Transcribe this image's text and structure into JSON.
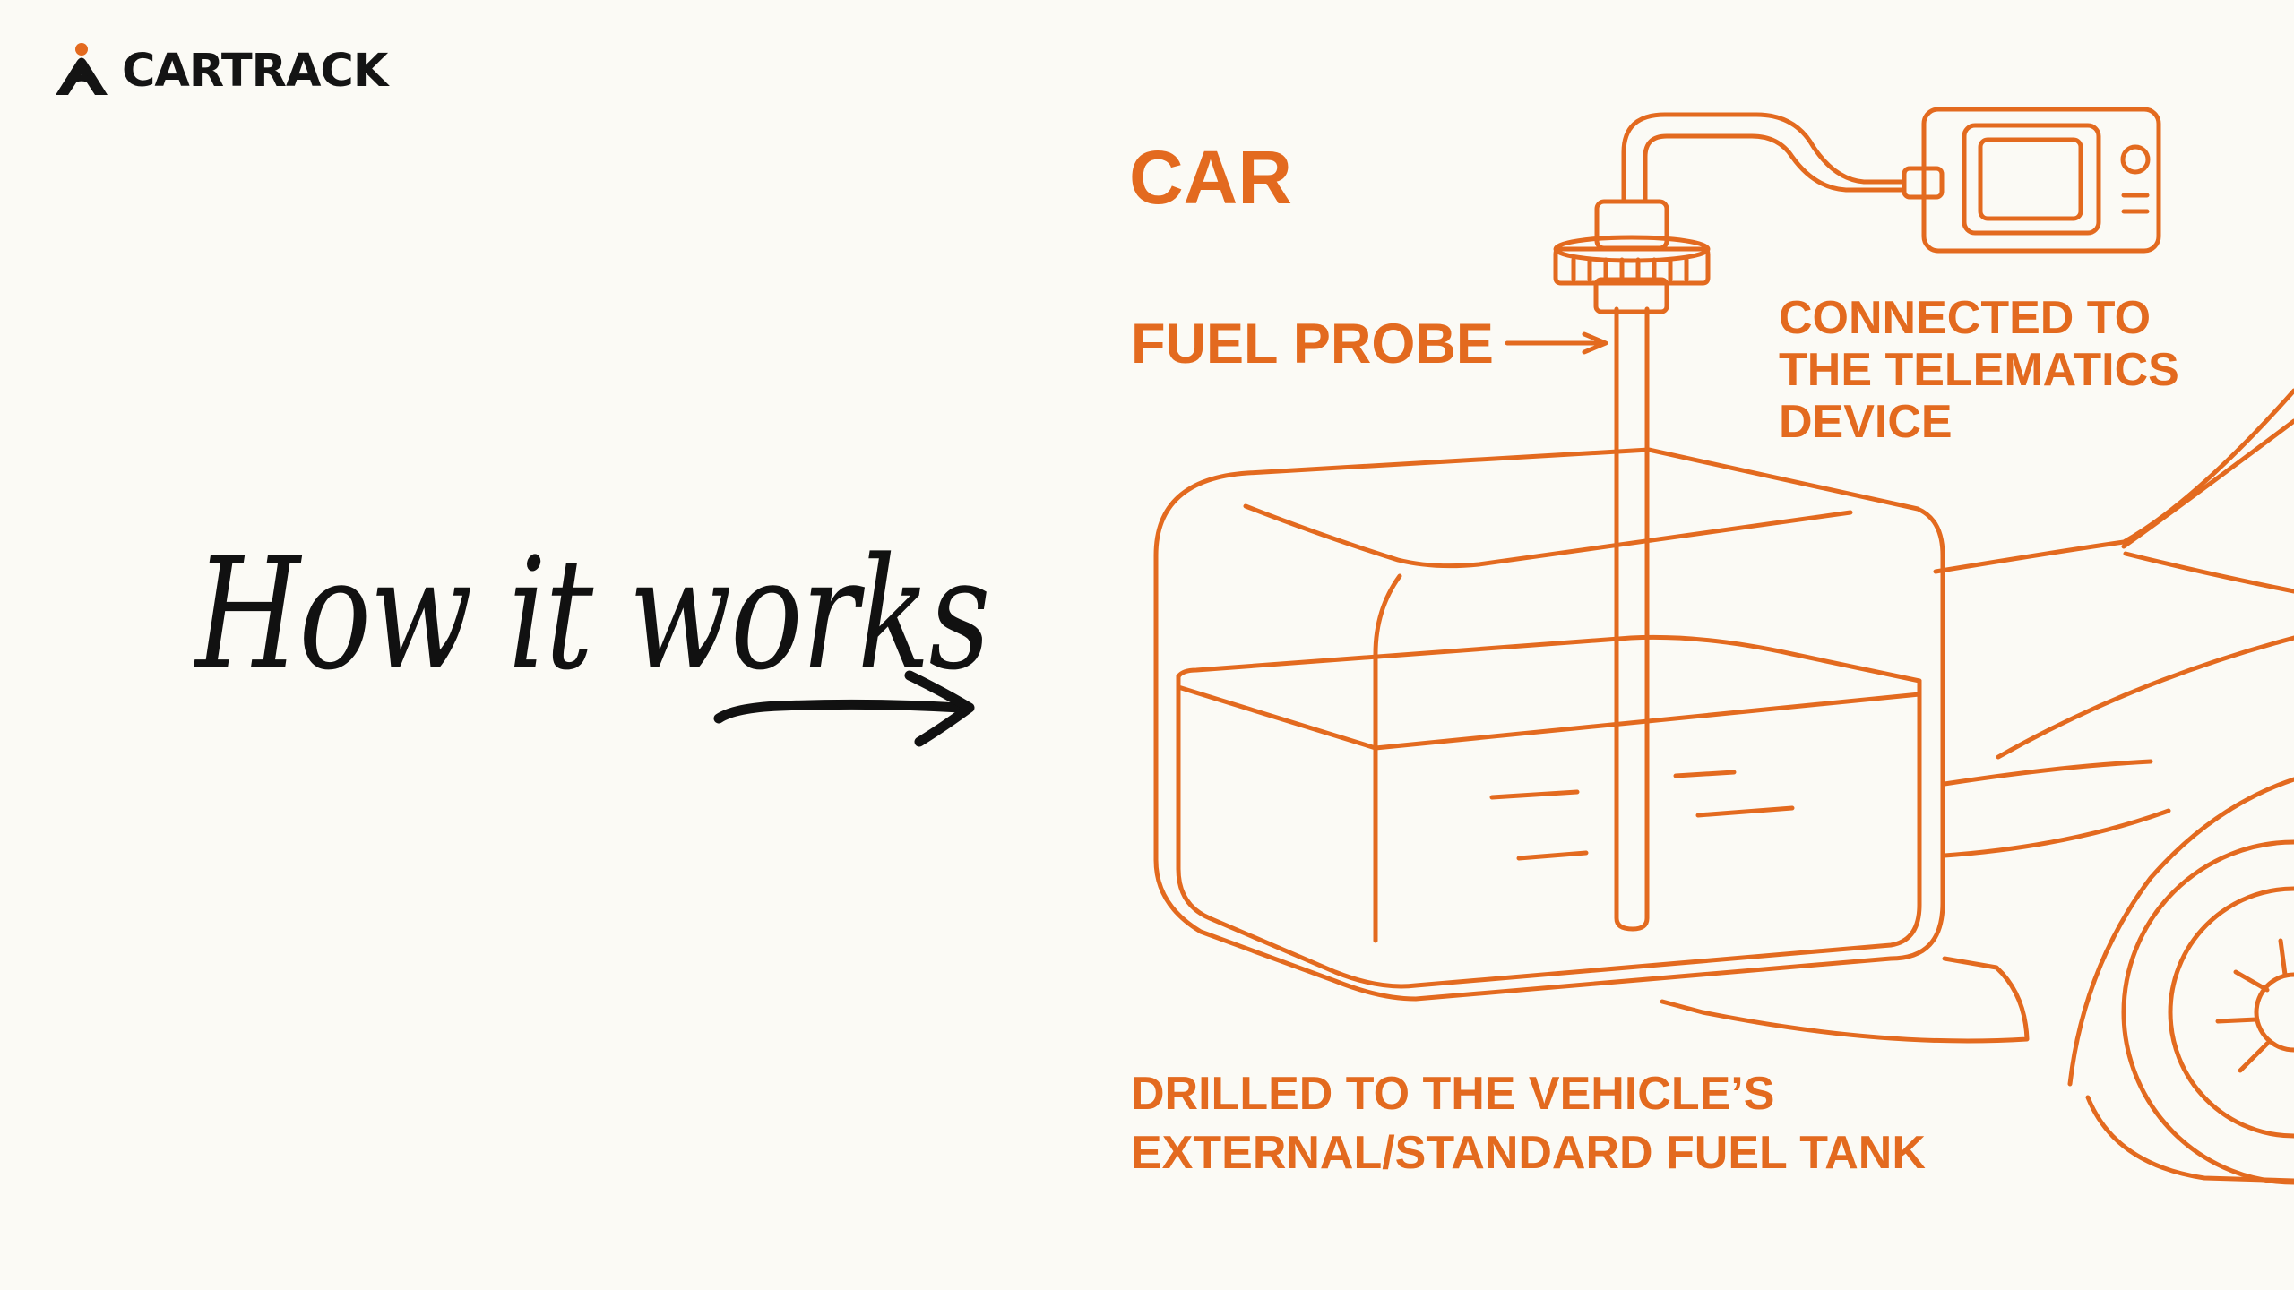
{
  "brand": {
    "name": "CARTRACK",
    "icon": "cartrack-logo-icon"
  },
  "headline": "How it works",
  "labels": {
    "car": "CAR",
    "fuel_probe": "FUEL PROBE",
    "connected": "CONNECTED TO\nTHE TELEMATICS\nDEVICE",
    "drilled": "DRILLED TO THE VEHICLE’S\nEXTERNAL/STANDARD FUEL TANK"
  },
  "colors": {
    "accent": "#e36a1f",
    "ink": "#111111",
    "background": "#fbfaf5"
  }
}
